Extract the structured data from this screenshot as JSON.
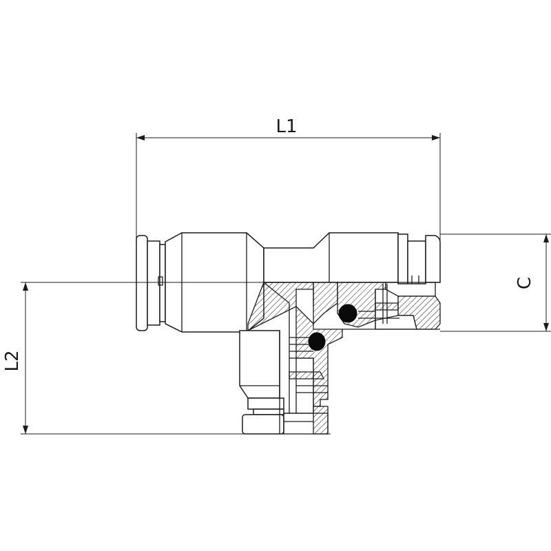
{
  "dimensions": {
    "length_1": "L1",
    "length_2": "L2",
    "diameter": "C"
  },
  "colors": {
    "line": "#1a1a1a",
    "seal": "#0a0a0a",
    "background": "#ffffff"
  }
}
